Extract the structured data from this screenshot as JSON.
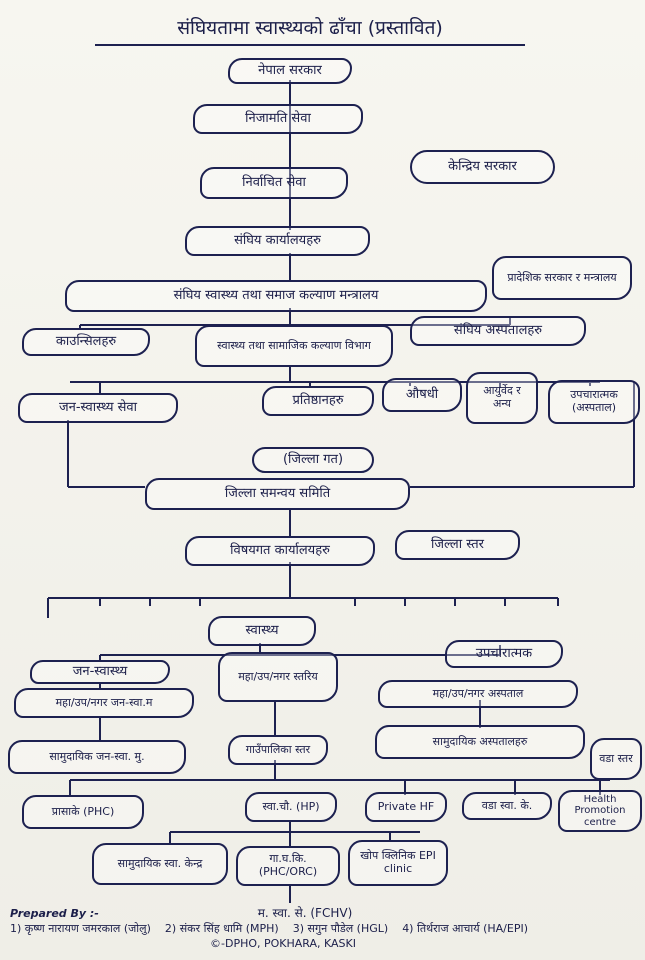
{
  "title": "संघियतामा स्वास्थ्यको ढाँचा (प्रस्तावित)",
  "nodes": {
    "nepal_sarkar": "नेपाल सरकार",
    "nijamati": "निजामति सेवा",
    "kendriya": "केन्द्रिय सरकार",
    "nirvachit": "निर्वाचित सेवा",
    "sanghiya_karyalaya": "संघिय कार्यालयहरु",
    "mantralaya": "संघिय स्वास्थ्य तथा समाज कल्याण मन्त्रालय",
    "pradeshik": "प्रादेशिक सरकार र मन्त्रालय",
    "council": "काउन्सिलहरु",
    "vibhag": "स्वास्थ्य तथा सामाजिक कल्याण विभाग",
    "sanghiya_aspatal": "संघिय अस्पतालहरु",
    "jan_swasthya_sewa": "जन-स्वास्थ्य सेवा",
    "pratishthan": "प्रतिष्ठानहरु",
    "aushadhi": "औषधी",
    "ayurved": "आयुर्वेद र अन्य",
    "upacharatmak_top": "उपचारात्मक (अस्पताल)",
    "jilla_gat": "(जिल्ला गत)",
    "samanvaya": "जिल्ला समन्वय समिति",
    "vishayagat": "विषयगत कार्यालयहरु",
    "jilla_star": "जिल्ला स्तर",
    "swasthya": "स्वास्थ्य",
    "jan_swasthya": "जन-स्वास्थ्य",
    "maha_jan": "महा/उप/नगर जन-स्वा.म",
    "maha_star": "महा/उप/नगर स्तरिय",
    "upacharatmak": "उपचारात्मक",
    "maha_aspatal": "महा/उप/नगर अस्पताल",
    "samudayik_jan": "सामुदायिक जन-स्वा. मु.",
    "gaupalika": "गाउँपालिका स्तर",
    "samudayik_aspatal": "सामुदायिक अस्पतालहरु",
    "wada_star": "वडा स्तर",
    "phc": "प्रासाके (PHC)",
    "hp": "स्वा.चौ. (HP)",
    "private_hf": "Private HF",
    "wada_swa": "वडा स्वा. के.",
    "health_promo": "Health Promotion centre",
    "samudayik_kendra": "सामुदायिक स्वा. केन्द्र",
    "ga_gha_ki": "गा.घ.कि. (PHC/ORC)",
    "khop": "खोप क्लिनिक EPI clinic",
    "fchv": "म. स्वा. से. (FCHV)"
  },
  "credits": {
    "prepared_label": "Prepared By :-",
    "p1": "1) कृष्ण नारायण जमरकाल (जोलु)",
    "p2": "2) संकर सिंह धामि (MPH)",
    "p3": "3) सगुन पौडेल (HGL)",
    "p4": "4) तिर्थराज आचार्य (HA/EPI)",
    "place": "©-DPHO, POKHARA, KASKI"
  }
}
